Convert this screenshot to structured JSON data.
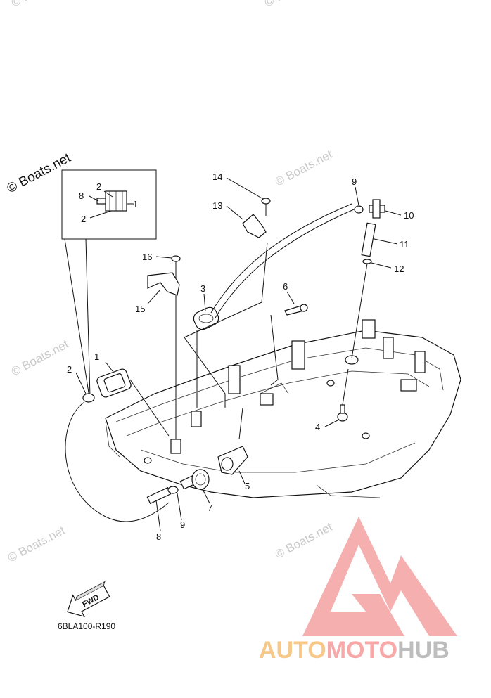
{
  "copyright": "© Boats.net",
  "watermarks": [
    "© Boats.net",
    "© Boats.net",
    "© Boats.net",
    "© Boats.net",
    "© Boats.net",
    "© Boats.net",
    "© Boats.net"
  ],
  "fwd_label": "FWD",
  "diagram_code": "6BLA100-R190",
  "logo": {
    "text_auto": "AUTO",
    "text_moto": "MOTO",
    "text_hub": "HUB",
    "colors": {
      "auto": "#f6c98a",
      "moto": "#f7a8a8",
      "hub": "#bdbdbd",
      "triangle": "#f4a6a6"
    }
  },
  "callouts": {
    "inset_2a": "2",
    "inset_8": "8",
    "inset_1": "1",
    "inset_2b": "2",
    "c1": "1",
    "c2": "2",
    "c3": "3",
    "c4": "4",
    "c5": "5",
    "c6": "6",
    "c7": "7",
    "c8": "8",
    "c9a": "9",
    "c9b": "9",
    "c10": "10",
    "c11": "11",
    "c12": "12",
    "c13": "13",
    "c14": "14",
    "c15": "15",
    "c16": "16"
  }
}
